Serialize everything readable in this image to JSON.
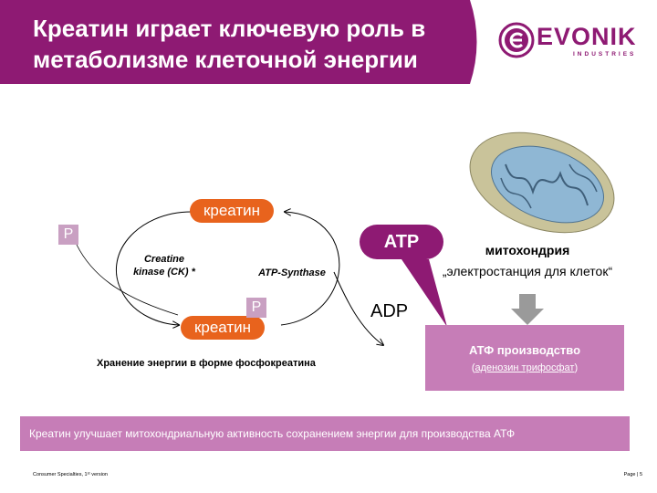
{
  "header": {
    "title": "Креатин играет ключевую роль в\nметаболизме клеточной энергии",
    "band_color": "#8e1a73"
  },
  "logo": {
    "name": "EVONIK",
    "subtitle": "INDUSTRIES",
    "icon": "evonik-e-logo-icon"
  },
  "cycle": {
    "creatine_top": "креатин",
    "creatine_bottom": "креатин",
    "phosphate_left": "P",
    "phosphate_bottom": "P",
    "enzyme_left": "Creatine\nkinase (CK) *",
    "enzyme_right": "ATP-Synthase",
    "atp_label": "ATP",
    "adp_label": "ADP",
    "storage_caption": "Хранение энергии в форме фосфокреатина",
    "pill_color": "#e8631d",
    "phosphate_color": "#c9a0c2"
  },
  "mitochondria": {
    "icon": "mitochondrion-icon",
    "title": "митохондрия",
    "subtitle": "„электростанция для клеток“"
  },
  "atp_production": {
    "title": "АТФ производство",
    "paren_open": "(",
    "link": "аденозин трифосфат",
    "paren_close": ")",
    "box_color": "#c67db7"
  },
  "footer": {
    "statement": "Креатин улучшает митохондриальную активность сохранением энергии для производства АТФ",
    "left": "Consumer Specialties, 1ˢᵗ version",
    "right": "Page | 5"
  }
}
